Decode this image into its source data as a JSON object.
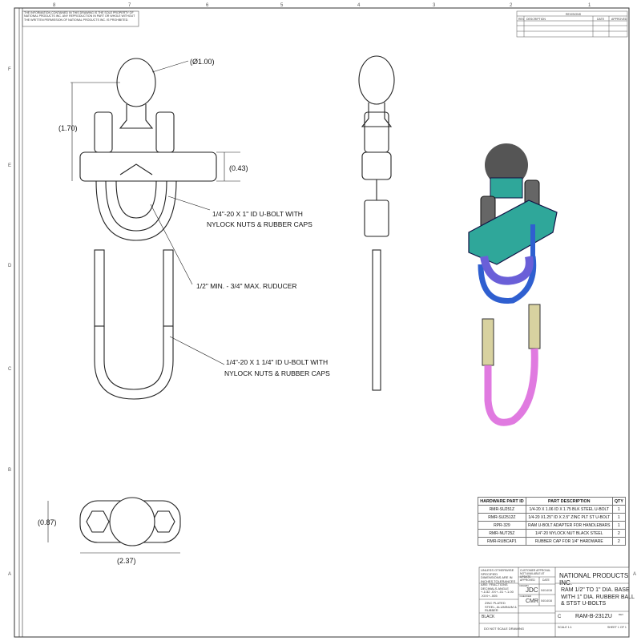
{
  "notice": "THE INFORMATION CONTAINED IN THIS DRAWING IS THE SOLE PROPERTY OF NATIONAL PRODUCTS INC. ANY REPRODUCTION IN PART OR WHOLE WITHOUT THE WRITTEN PERMISSION OF NATIONAL PRODUCTS INC. IS PROHIBITED.",
  "zones": {
    "columns": [
      "8",
      "7",
      "6",
      "5",
      "4",
      "3",
      "2",
      "1"
    ],
    "rows": [
      "F",
      "E",
      "D",
      "C",
      "B",
      "A"
    ]
  },
  "revisions": {
    "title": "REVISIONS",
    "headers": [
      "REV",
      "DESCRIPTION",
      "DATE",
      "APPROVED"
    ]
  },
  "dimensions": {
    "ball_dia": "(Ø1.00)",
    "height": "(1.70)",
    "base_thickness": "(0.43)",
    "bottom_height": "(0.87)",
    "bottom_width": "(2.37)"
  },
  "callouts": {
    "ubolt_small": [
      "1/4\"-20 X 1\" ID U-BOLT WITH",
      "NYLOCK NUTS & RUBBER CAPS"
    ],
    "reducer": "1/2\" MIN. - 3/4\" MAX. RUDUCER",
    "ubolt_large": [
      "1/4\"-20 X 1 1/4\" ID U-BOLT WITH",
      "NYLOCK NUTS & RUBBER CAPS"
    ]
  },
  "hardware_table": {
    "headers": [
      "HARDWARE PART ID",
      "PART DESCRIPTION",
      "QTY"
    ],
    "rows": [
      [
        "RMR-SU251Z",
        "1/4-20 X 1.06 ID X 1.75 BLK STEEL U-BOLT",
        "1"
      ],
      [
        "RMR-SU2512Z",
        "1/4-20 X1.25\" ID X 2.5\" ZINC PLT ST U-BOLT",
        "1"
      ],
      [
        "RPR-329",
        "RAM U-BOLT ADAPTER FOR HANDLEBARS",
        "1"
      ],
      [
        "RMR-NUT25Z",
        "1/4\"-20 NYLOCK NUT BLACK STEEL",
        "2"
      ],
      [
        "RMR-RUBCAP1",
        "RUBBER CAP FOR 1/4\" HARDWARE",
        "2"
      ]
    ]
  },
  "title_block": {
    "tolerances": "UNLESS OTHERWISE SPECIFIED DIMENSIONS ARE IN INCHES TOLERANCES ARE: FRACTIONS DECIMALS ANGLE +-1/32 .XX+-.01 +-1.00 .XXX+-.005",
    "material": "ZINC PLATED STEEL, ALUMINUM & RUBBER",
    "finish": "BLACK",
    "do_not_scale": "DO NOT SCALE DRAWING",
    "confidential": "CUSTOMER APPROVAL NOT AVAILABLE AT UPDATE",
    "drawn_label": "DRAWN",
    "drawn_by": "JDC",
    "drawn_date": "04/14/16",
    "checked_label": "CHECKED",
    "checked_by": "CMR",
    "checked_date": "04/14/16",
    "approved_label": "APPROVED",
    "date_label": "DATE",
    "company": "NATIONAL PRODUCTS INC.",
    "title": [
      "RAM 1/2\" TO 1\" DIA. BASE",
      "WITH 1\" DIA. RUBBER BALL",
      "& STST U-BOLTS"
    ],
    "size": "C",
    "dwg_no": "RAM-B-231ZU",
    "scale": "SCALE 1:1",
    "sheet": "SHEET 1 OF 1",
    "rev": "REV"
  },
  "colors": {
    "ball": "#4a4a4a",
    "base": "#2fa79a",
    "ubolt_small": "#2f5fd0",
    "reducer": "#6a5fd8",
    "ubolt_large": "#e07ae0",
    "cap": "#d8d2a0"
  }
}
